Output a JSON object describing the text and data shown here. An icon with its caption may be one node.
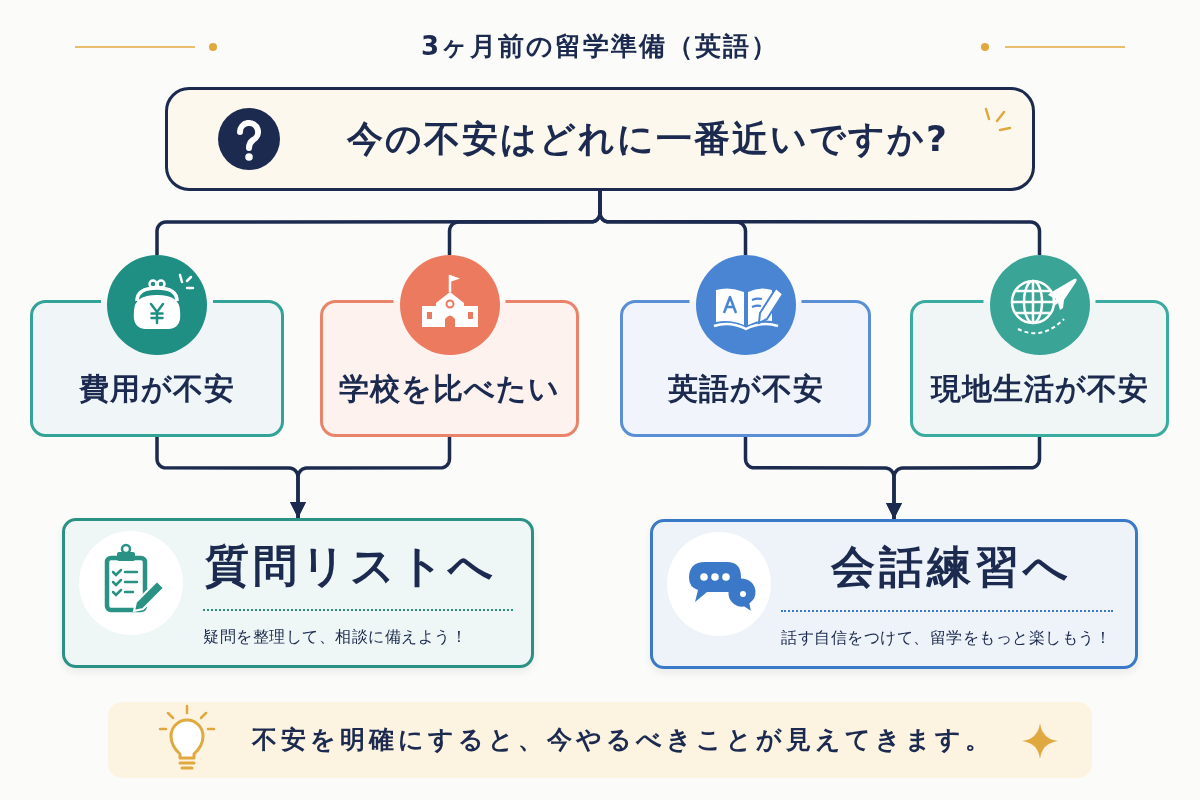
{
  "diagram": {
    "title": "3ヶ月前の留学準備（英語）",
    "nodes": [
      {
        "text": [
          "今の不安はどれに一番近いですか?"
        ]
      },
      {
        "text": [
          "費用が不安"
        ]
      },
      {
        "text": [
          "学校を比べたい"
        ]
      },
      {
        "text": [
          "英語が不安"
        ]
      },
      {
        "text": [
          "現地生活が不安"
        ]
      },
      {
        "text": [
          "質問リストへ",
          "疑問を整理して、相談に備えよう！"
        ]
      },
      {
        "text": [
          "会話練習へ",
          "話す自信をつけて、留学をもっと楽しもう！"
        ]
      },
      {
        "text": [
          "不安を明確にすると、今やるべきことが見えてきます。"
        ]
      }
    ],
    "edges": [
      {
        "from": 0,
        "to": 1,
        "arrow": "none"
      },
      {
        "from": 0,
        "to": 2,
        "arrow": "none"
      },
      {
        "from": 0,
        "to": 3,
        "arrow": "none"
      },
      {
        "from": 0,
        "to": 4,
        "arrow": "none"
      },
      {
        "from": 1,
        "to": 5,
        "arrow": "to"
      },
      {
        "from": 2,
        "to": 5,
        "arrow": "to"
      },
      {
        "from": 3,
        "to": 6,
        "arrow": "to"
      },
      {
        "from": 4,
        "to": 6,
        "arrow": "to"
      }
    ]
  }
}
